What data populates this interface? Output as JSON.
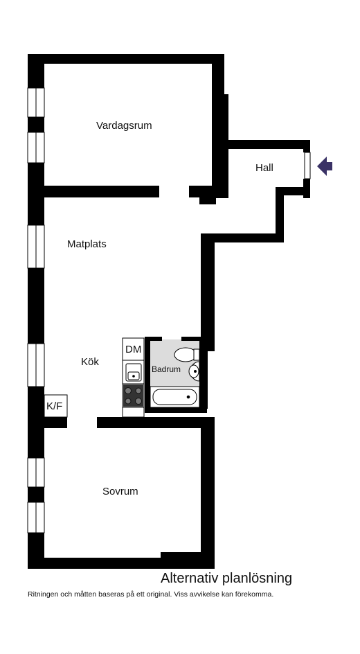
{
  "rooms": {
    "vardagsrum": "Vardagsrum",
    "hall": "Hall",
    "matplats": "Matplats",
    "kok": "Kök",
    "badrum": "Badrum",
    "sovrum": "Sovrum"
  },
  "fixtures": {
    "dishwasher": "DM",
    "fridge_freezer": "K/F"
  },
  "footer": {
    "title": "Alternativ planlösning",
    "disclaimer": "Ritningen och måtten baseras på ett original. Viss avvikelse kan förekomma."
  },
  "colors": {
    "wall": "#000000",
    "entrance_arrow": "#3a3266",
    "bathroom_floor": "#dcdcdc"
  }
}
